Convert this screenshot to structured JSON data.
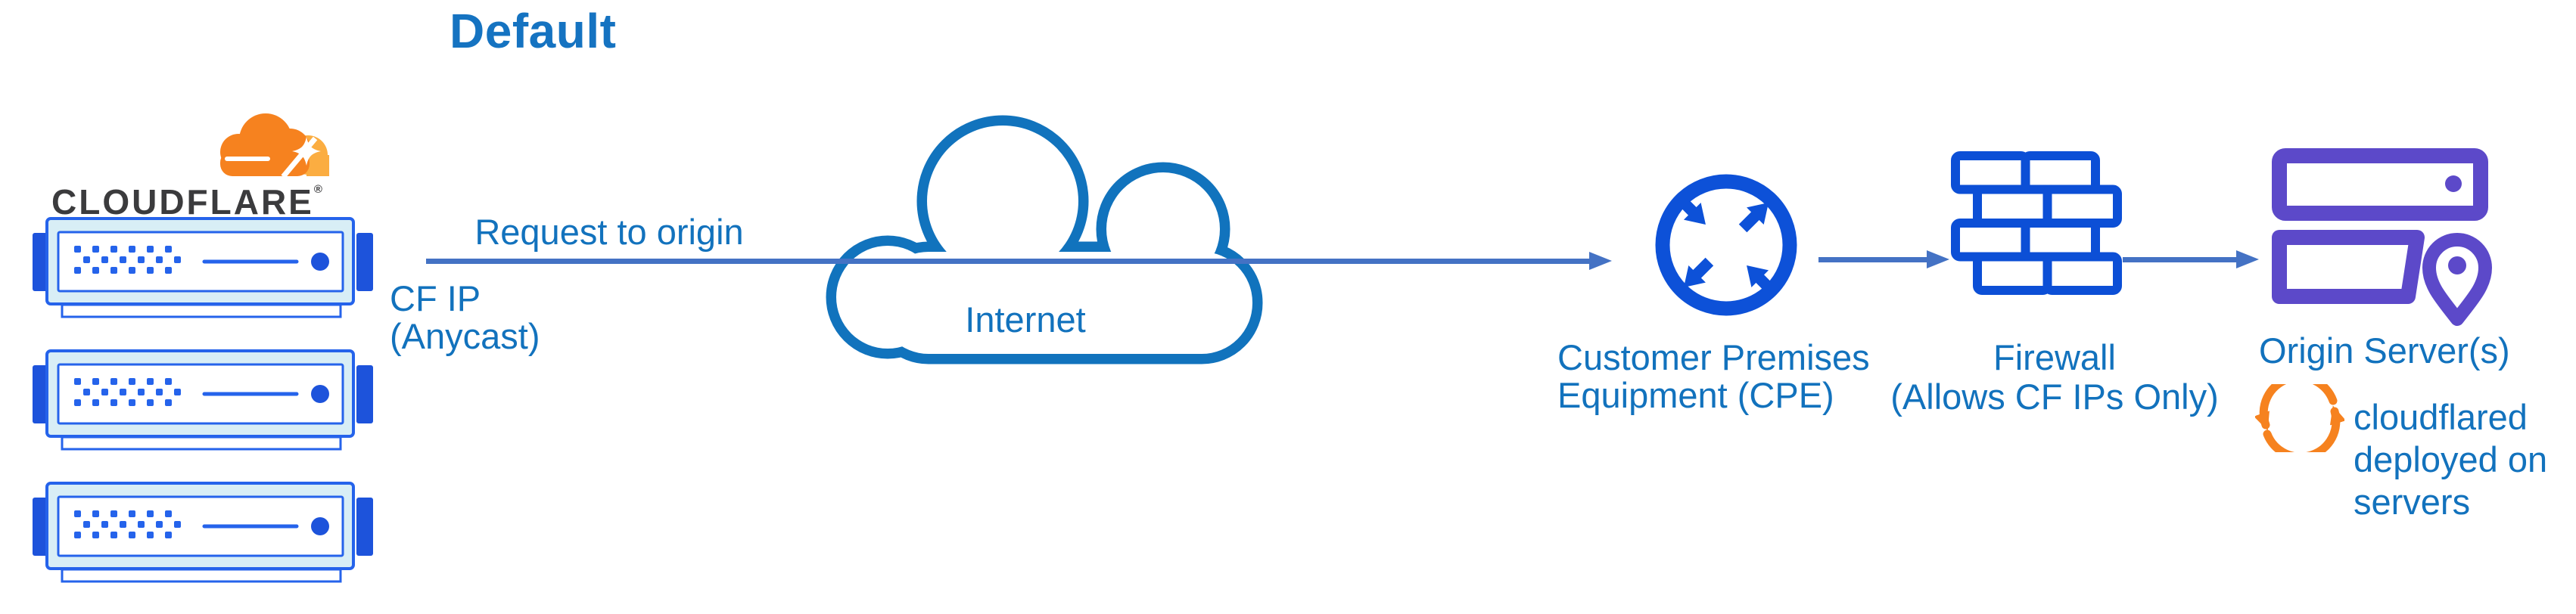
{
  "diagram_title": "Default",
  "colors": {
    "title_blue": "#1573C1",
    "label_blue": "#1272BD",
    "connector_blue": "#4472C4",
    "cloud_outline_blue": "#1173BD",
    "icon_vivid_blue": "#0D51D8",
    "server_border_blue": "#2563EB",
    "server_fill_cyan": "#D8EEF6",
    "server_tab_blue": "#1D53DB",
    "origin_purple": "#5C49C9",
    "cloudflare_orange": "#F6821F",
    "cloudflare_orange_light": "#FBAD41",
    "wordmark_black": "#3B3B3D"
  },
  "cloudflare_node": {
    "wordmark": "CLOUDFLARE",
    "registered_mark": "®",
    "logo_icon": "cloudflare-cloud-logo",
    "server_icon": "edge-server-rack-icon",
    "server_count": 3
  },
  "edge_connection": {
    "arrow_label": "Request to origin",
    "ip_label_line1": "CF IP",
    "ip_label_line2": "(Anycast)"
  },
  "internet_node": {
    "label": "Internet",
    "icon": "internet-cloud-icon"
  },
  "cpe_node": {
    "label_line1": "Customer Premises",
    "label_line2": "Equipment (CPE)",
    "icon": "cpe-router-icon"
  },
  "firewall_node": {
    "label_line1": "Firewall",
    "label_line2": "(Allows CF IPs Only)",
    "icon": "firewall-brick-wall-icon"
  },
  "origin_node": {
    "label": "Origin Server(s)",
    "icon": "origin-servers-icon",
    "note_icon": "cloudflared-sync-icon",
    "note_line1": "cloudflared",
    "note_line2": "deployed on",
    "note_line3": "servers"
  }
}
